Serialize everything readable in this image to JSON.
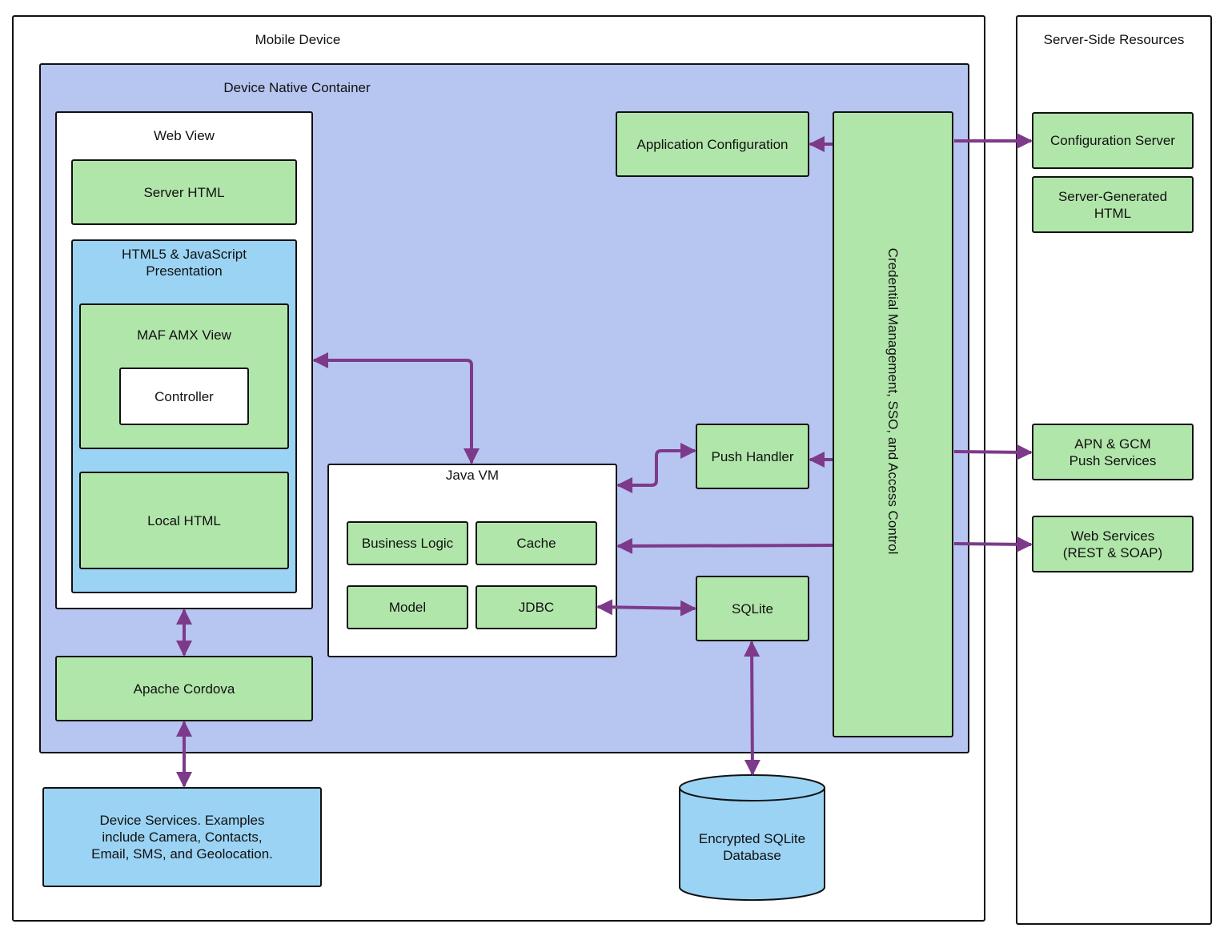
{
  "mobile_device": {
    "label": "Mobile Device"
  },
  "server_side": {
    "label": "Server-Side Resources",
    "configuration_server": "Configuration Server",
    "server_generated_html": "Server-Generated\nHTML",
    "push_services": "APN & GCM\nPush Services",
    "web_services": "Web Services\n(REST & SOAP)"
  },
  "native_container": {
    "label": "Device Native Container",
    "application_configuration": "Application Configuration",
    "credential_management": "Credential Management, SSO, and Access Control",
    "push_handler": "Push Handler",
    "sqlite": "SQLite"
  },
  "web_view": {
    "label": "Web View",
    "server_html": "Server HTML",
    "html5_presentation": "HTML5 & JavaScript\nPresentation",
    "maf_amx_view": "MAF AMX View",
    "controller": "Controller",
    "local_html": "Local HTML"
  },
  "java_vm": {
    "label": "Java VM",
    "business_logic": "Business Logic",
    "cache": "Cache",
    "model": "Model",
    "jdbc": "JDBC"
  },
  "apache_cordova": "Apache Cordova",
  "device_services": "Device Services. Examples\ninclude Camera, Contacts,\nEmail, SMS, and Geolocation.",
  "encrypted_db": "Encrypted SQLite\nDatabase",
  "colors": {
    "component_green": "#b1e6aa",
    "container_purple": "#b7c5f1",
    "light_blue": "#9bd3f4",
    "arrow_purple": "#7d3a8a"
  }
}
